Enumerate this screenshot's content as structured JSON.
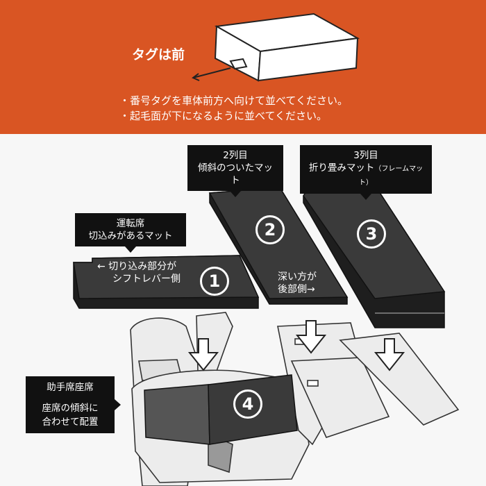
{
  "header": {
    "title": "タグは前",
    "bullets": [
      "・番号タグを車体前方へ向けて並べてください。",
      "・起毛面が下になるように並べてください。"
    ]
  },
  "labels": {
    "row2": [
      "2列目",
      "傾斜のついたマット"
    ],
    "row3": [
      "3列目",
      "折り畳みマット",
      "（フレームマット）"
    ],
    "driver": [
      "運転席",
      "切込みがあるマット"
    ],
    "passenger": [
      "助手席座席",
      "座席の傾斜に",
      "合わせて配置"
    ]
  },
  "mats": {
    "m1": {
      "number": "1",
      "text": [
        "←  切り込み部分が",
        "シフトレバー側"
      ]
    },
    "m2": {
      "number": "2",
      "text": [
        "深い方が",
        "後部側→"
      ]
    },
    "m3": {
      "number": "3"
    },
    "m4": {
      "number": "4"
    }
  },
  "colors": {
    "orange": "#d95523",
    "mat": "#3a3a3a",
    "white": "#ffffff"
  }
}
